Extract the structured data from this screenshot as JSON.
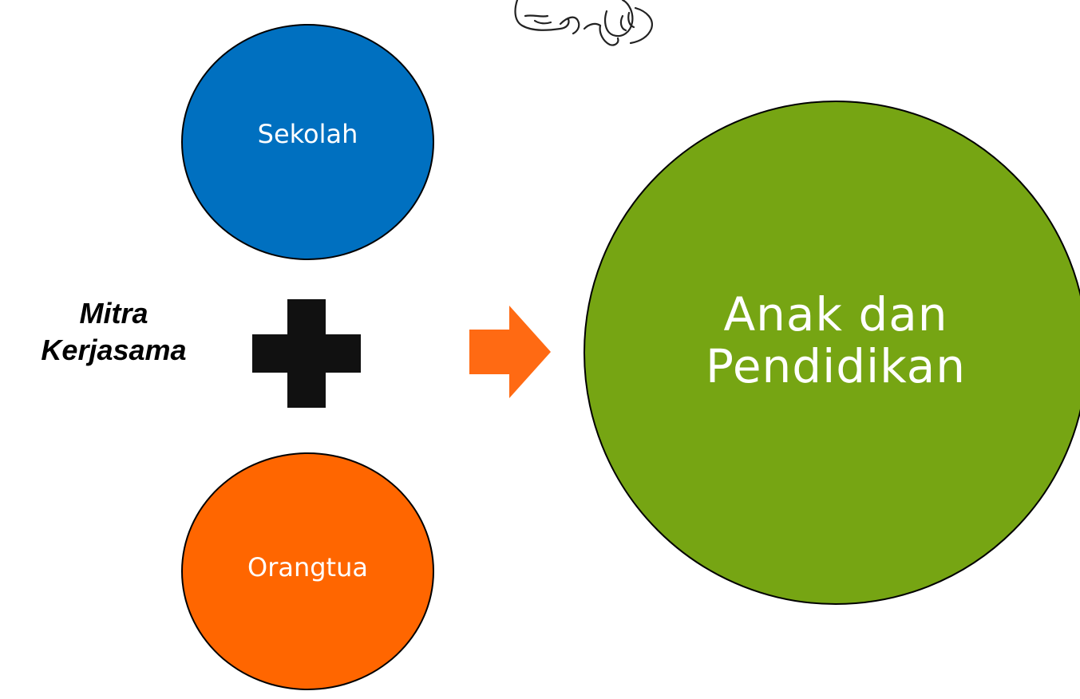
{
  "diagram": {
    "nodes": {
      "sekolah": {
        "label": "Sekolah",
        "color": "#0070c0"
      },
      "orangtua": {
        "label": "Orangtua",
        "color": "#ff6600"
      },
      "anak_pendidikan": {
        "label": "Anak dan\nPendidikan",
        "color": "#76a513"
      }
    },
    "side_label": "Mitra\nKerjasama",
    "icons": {
      "plus": {
        "name": "plus-icon",
        "color": "#111111"
      },
      "arrow": {
        "name": "arrow-right-icon",
        "color": "#ff6a13"
      },
      "doodle": {
        "name": "doodle-sketch-icon"
      }
    }
  }
}
